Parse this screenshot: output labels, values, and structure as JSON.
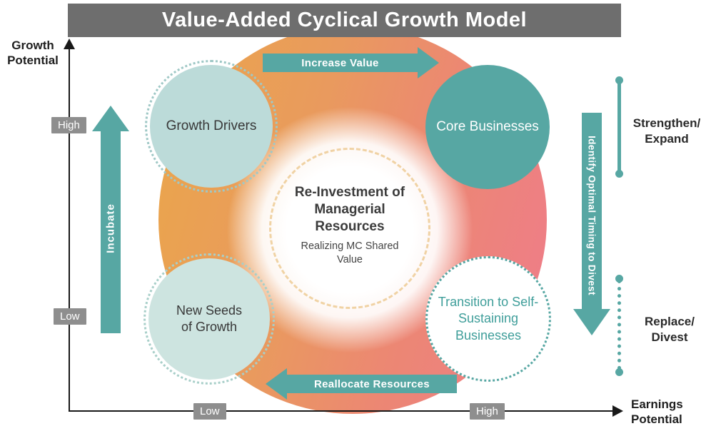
{
  "title": "Value-Added Cyclical Growth Model",
  "colors": {
    "teal": "#57a7a3",
    "light_teal": "#bcdbd9",
    "pale_teal": "#cde4e0",
    "title_gray": "#6e6e6e",
    "badge_gray": "#8e8e8e",
    "gradient_orange": "#eaa44e",
    "gradient_pink": "#ee7e86"
  },
  "axes": {
    "y": {
      "line1": "Growth",
      "line2": "Potential",
      "high": "High",
      "low": "Low"
    },
    "x": {
      "line1": "Earnings",
      "line2": "Potential",
      "low": "Low",
      "high": "High"
    }
  },
  "cycle": {
    "top_arrow": "Increase Value",
    "right_arrow": "Identify Optimal Timing to Divest",
    "bottom_arrow": "Reallocate Resources",
    "left_arrow": "Incubate"
  },
  "circles": {
    "growth_drivers": "Growth Drivers",
    "core_businesses": "Core Businesses",
    "new_seeds": "New Seeds of Growth",
    "transition": "Transition to Self-Sustaining Businesses"
  },
  "center": {
    "title": "Re-Investment of Managerial Resources",
    "subtitle": "Realizing MC Shared Value"
  },
  "annotations": {
    "strengthen": {
      "line1": "Strengthen/",
      "line2": "Expand"
    },
    "replace": {
      "line1": "Replace/",
      "line2": "Divest"
    }
  }
}
